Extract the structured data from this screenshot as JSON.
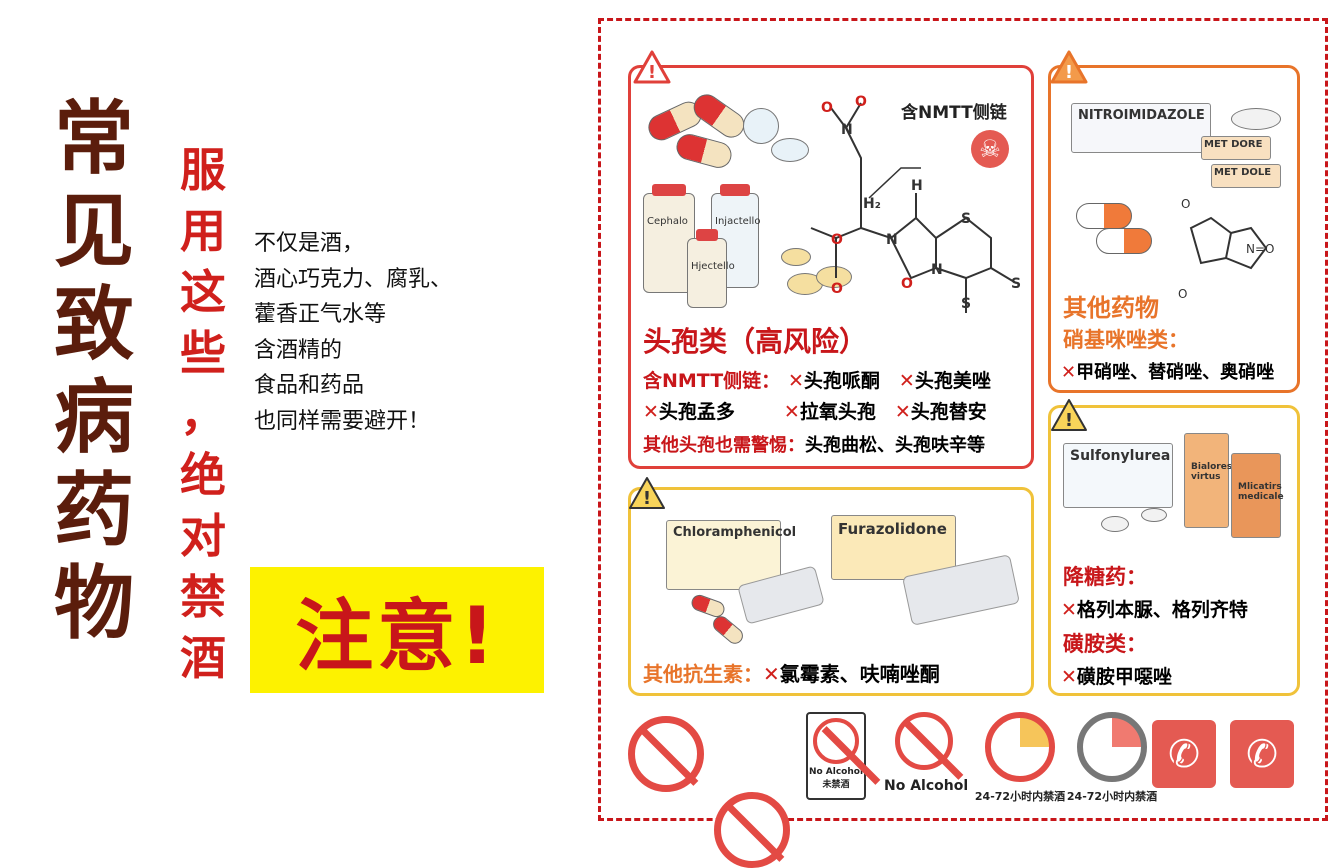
{
  "title_chars": [
    "常",
    "见",
    "致",
    "病",
    "药",
    "物"
  ],
  "subtitle_chars": [
    "服",
    "用",
    "这",
    "些",
    "，",
    "绝",
    "对",
    "禁",
    "酒"
  ],
  "note_lines": [
    "不仅是酒，",
    "酒心巧克力、腐乳、",
    "藿香正气水等",
    "含酒精的",
    "食品和药品",
    "也同样需要避开！"
  ],
  "attention": "注意!",
  "cephalosporin": {
    "heading": "头孢类（高风险）",
    "nmtt_label": "含NMTT侧链：",
    "nmtt_callout": "含NMTT侧链",
    "drugs": [
      "头孢哌酮",
      "头孢美唑",
      "头孢孟多",
      "拉氧头孢",
      "头孢替安"
    ],
    "other_label": "其他头孢也需警惕：",
    "other_drugs": "头孢曲松、头孢呋辛等",
    "vial_labels": [
      "Cephalo",
      "Injactello",
      "Hjectello"
    ]
  },
  "nitroimidazole": {
    "heading": "其他药物",
    "subheading": "硝基咪唑类：",
    "drugs": "甲硝唑、替硝唑、奥硝唑",
    "box_label": "NITROIMIDAZOLE",
    "tablet_labels": [
      "MET",
      "DORE",
      "MET",
      "DOLE"
    ]
  },
  "antibiotics": {
    "heading": "其他抗生素：",
    "drugs": "氯霉素、呋喃唑酮",
    "box_labels": [
      "Chloramphenicol",
      "Furazolidone"
    ]
  },
  "hypoglycemic": {
    "heading": "降糖药：",
    "drugs": "格列本脲、格列齐特",
    "sulfa_heading": "磺胺类：",
    "sulfa_drugs": "磺胺甲噁唑",
    "box_label": "Sulfonylurea",
    "bottle_labels": [
      "Bialores virtus",
      "Mlicatirs medicale"
    ]
  },
  "icons": {
    "sign_label_en": "No Alcohol",
    "sign_label_cn": "未禁酒",
    "no_alcohol": "No Alcohol",
    "clock_label_1": "24-72小时内禁酒",
    "clock_label_2": "24-72小时内禁酒"
  },
  "colors": {
    "red": "#d0201c",
    "orange": "#e8742a",
    "yellow": "#f0c23a",
    "brown": "#5b1d0c"
  }
}
